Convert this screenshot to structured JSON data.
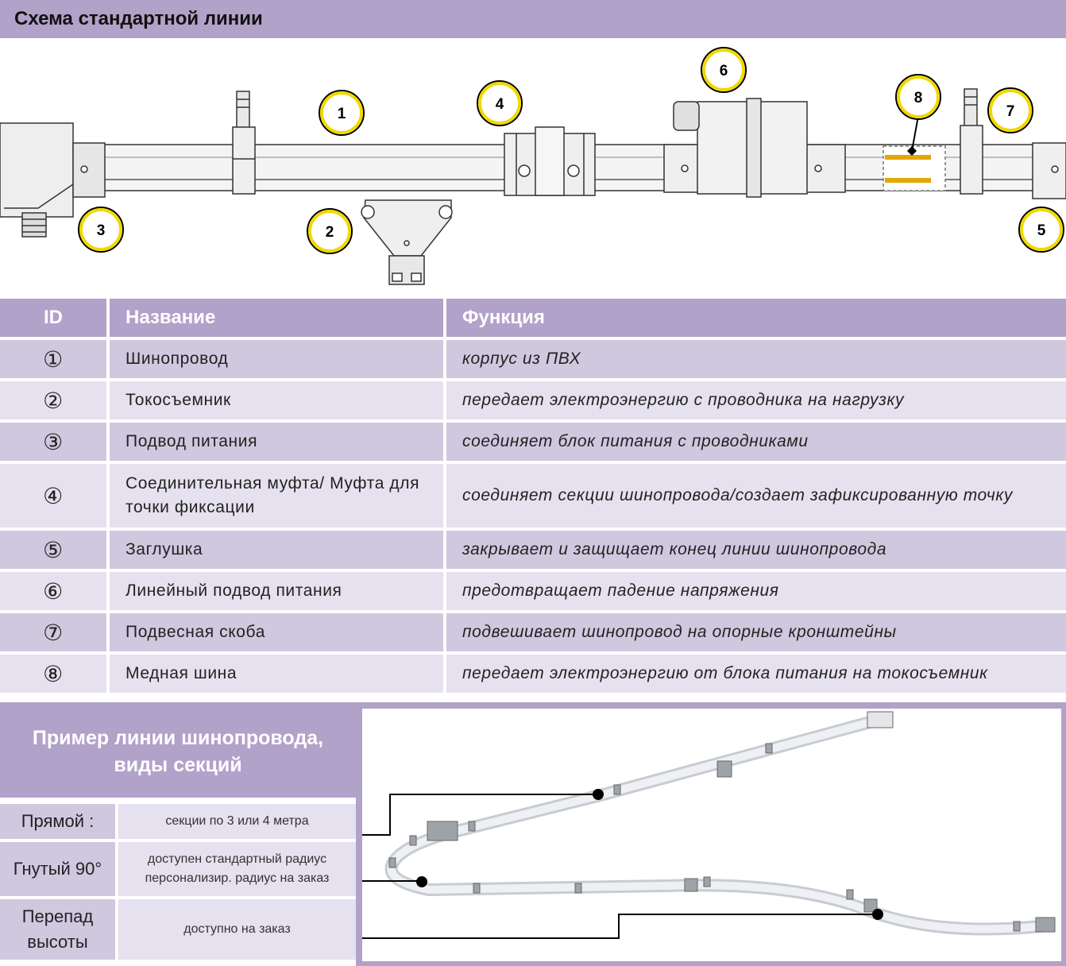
{
  "title": "Схема стандартной линии",
  "diagram": {
    "callouts": [
      "1",
      "2",
      "3",
      "4",
      "5",
      "6",
      "7",
      "8"
    ]
  },
  "table": {
    "headers": {
      "id": "ID",
      "name": "Название",
      "function": "Функция"
    },
    "rows": [
      {
        "id": "①",
        "name": "Шинопровод",
        "function": "корпус из ПВХ"
      },
      {
        "id": "②",
        "name": "Токосъемник",
        "function": "передает электроэнергию с проводника на нагрузку"
      },
      {
        "id": "③",
        "name": "Подвод питания",
        "function": "соединяет блок питания с проводниками"
      },
      {
        "id": "④",
        "name": "Соединительная муфта/ Муфта для точки фиксации",
        "function": "соединяет секции шинопровода/создает зафиксированную точку"
      },
      {
        "id": "⑤",
        "name": "Заглушка",
        "function": "закрывает и защищает конец линии шинопровода"
      },
      {
        "id": "⑥",
        "name": "Линейный подвод питания",
        "function": "предотвращает падение напряжения"
      },
      {
        "id": "⑦",
        "name": "Подвесная скоба",
        "function": "подвешивает шинопровод на опорные кронштейны"
      },
      {
        "id": "⑧",
        "name": "Медная шина",
        "function": "передает электроэнергию от блока питания на токосъемник"
      }
    ]
  },
  "example": {
    "title_line1": "Пример линии шинопровода,",
    "title_line2": "виды секций",
    "types": [
      {
        "name": "Прямой :",
        "desc_line1": "секции по 3 или 4 метра",
        "desc_line2": ""
      },
      {
        "name": "Гнутый 90°",
        "desc_line1": "доступен стандартный радиус",
        "desc_line2": "персонализир. радиус на заказ"
      },
      {
        "name_line1": "Перепад",
        "name_line2": "высоты",
        "desc_line1": "доступно на заказ",
        "desc_line2": ""
      }
    ]
  },
  "colors": {
    "header": "#b1a2c9",
    "row_dark": "#d0c8df",
    "row_light": "#e6e1ee",
    "callout_ring": "#f0d800",
    "copper": "#e3a800"
  }
}
